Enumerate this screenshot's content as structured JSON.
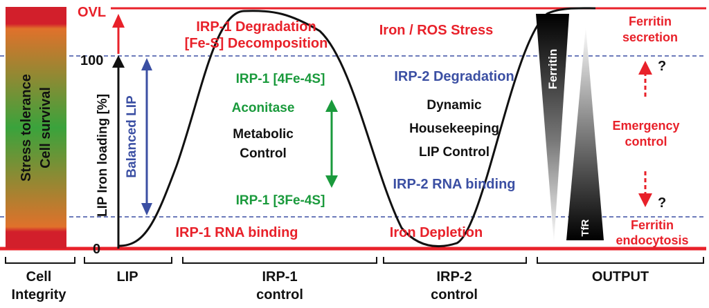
{
  "axis": {
    "ovl": "OVL",
    "hundred": "100",
    "zero": "0",
    "ylabel": "LIP Iron loading [%]"
  },
  "cell_bar": {
    "line1": "Stress tolerance",
    "line2": "Cell survival"
  },
  "balanced_lip": "Balanced LIP",
  "labels": {
    "irp1_degradation": "IRP-1 Degradation",
    "fes_decomposition": "[Fe-S] Decomposition",
    "iron_ros_stress": "Iron / ROS Stress",
    "irp1_4fe4s": "IRP-1 [4Fe-4S]",
    "aconitase": "Aconitase",
    "metabolic": "Metabolic",
    "control": "Control",
    "irp1_3fe4s": "IRP-1 [3Fe-4S]",
    "irp1_rna_binding": "IRP-1 RNA binding",
    "irp2_degradation": "IRP-2 Degradation",
    "dynamic": "Dynamic",
    "housekeeping": "Housekeeping",
    "lip_control": "LIP Control",
    "irp2_rna_binding": "IRP-2 RNA binding",
    "iron_depletion": "Iron Depletion",
    "ferritin": "Ferritin",
    "tfr": "TfR",
    "ferritin_secretion_1": "Ferritin",
    "ferritin_secretion_2": "secretion",
    "emergency_1": "Emergency",
    "emergency_2": "control",
    "ferritin_endocytosis_1": "Ferritin",
    "ferritin_endocytosis_2": "endocytosis",
    "question": "?"
  },
  "sections": {
    "cell_integrity_1": "Cell",
    "cell_integrity_2": "Integrity",
    "lip": "LIP",
    "irp1_1": "IRP-1",
    "irp1_2": "control",
    "irp2_1": "IRP-2",
    "irp2_2": "control",
    "output": "OUTPUT"
  },
  "colors": {
    "red": "#e8212a",
    "blue": "#3b4fa3",
    "green": "#1a9a3c",
    "black": "#111111"
  }
}
